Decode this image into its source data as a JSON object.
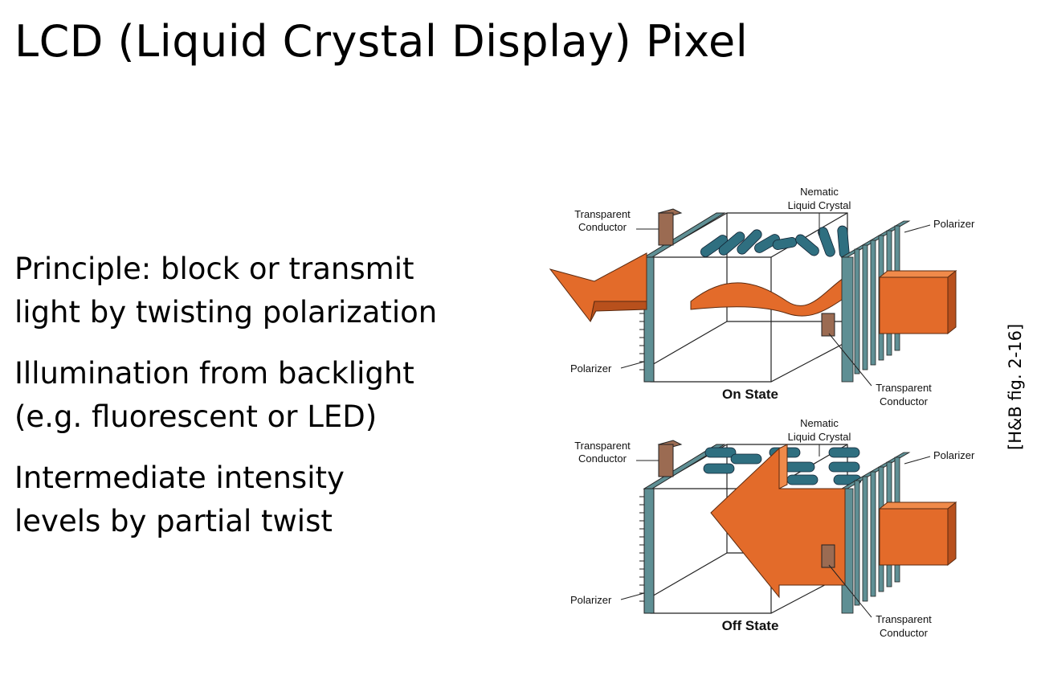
{
  "title": "LCD (Liquid Crystal Display) Pixel",
  "bullets": [
    {
      "line1": "Principle: block or transmit",
      "line2": "light by twisting polarization"
    },
    {
      "line1": "Illumination from backlight",
      "line2": "(e.g. fluorescent or LED)"
    },
    {
      "line1": "Intermediate intensity",
      "line2": "levels by partial twist"
    }
  ],
  "citation": "[H&B fig. 2-16]",
  "figure": {
    "on": {
      "state": "On State",
      "transparent_conductor_top": [
        "Transparent",
        "Conductor"
      ],
      "nematic": [
        "Nematic",
        "Liquid Crystal"
      ],
      "polarizer_right": "Polarizer",
      "polarizer_left": "Polarizer",
      "transparent_conductor_bottom": [
        "Transparent",
        "Conductor"
      ]
    },
    "off": {
      "state": "Off State",
      "transparent_conductor_top": [
        "Transparent",
        "Conductor"
      ],
      "nematic": [
        "Nematic",
        "Liquid Crystal"
      ],
      "polarizer_right": "Polarizer",
      "polarizer_left": "Polarizer",
      "transparent_conductor_bottom": [
        "Transparent",
        "Conductor"
      ]
    }
  },
  "colors": {
    "light": "#e36b2a",
    "polarizer": "#5f8f94",
    "crystal": "#2f6f80",
    "conductor": "#9b6b52"
  }
}
